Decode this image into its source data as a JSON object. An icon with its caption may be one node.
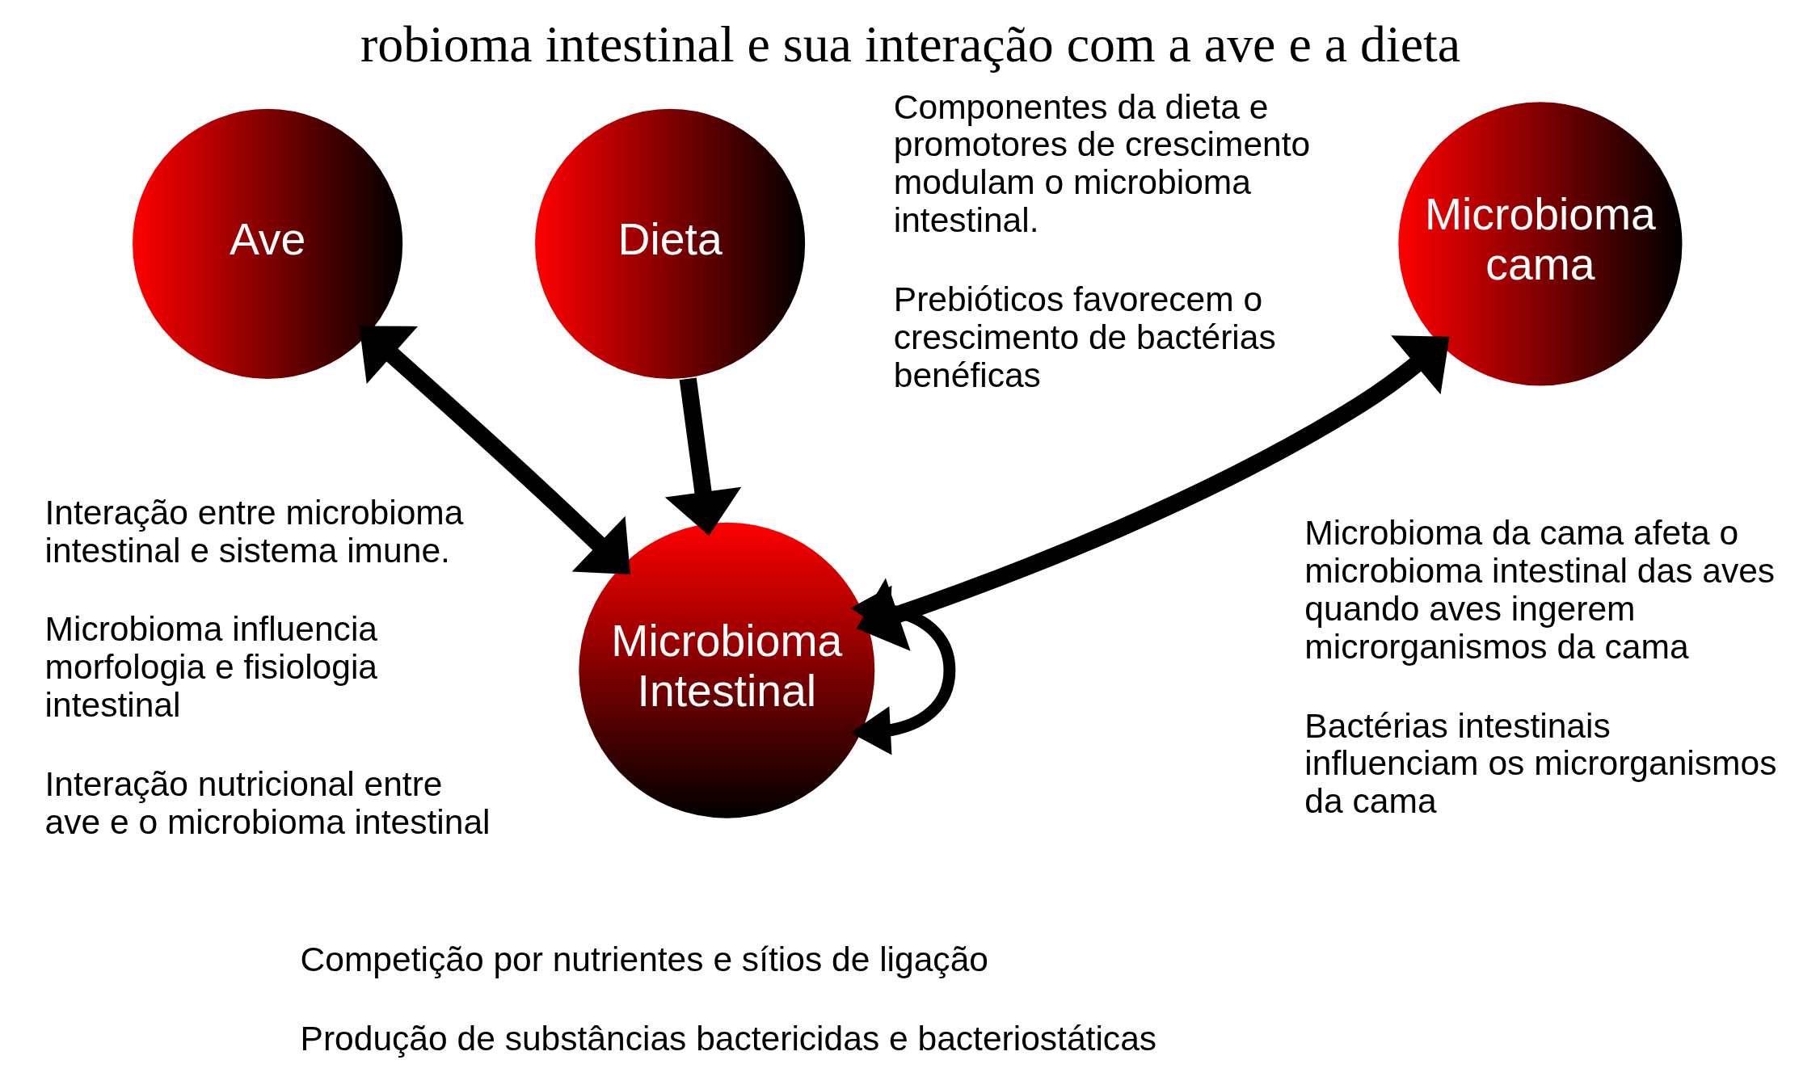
{
  "diagram": {
    "title": "robioma intestinal e sua interação com a ave e a dieta",
    "nodes": [
      {
        "text": [
          "Ave"
        ],
        "beside": [
          "Interação entre microbioma intestinal e sistema imune.",
          "Microbioma influencia morfologia e fisiologia intestinal",
          "Interação nutricional entre ave e o microbioma intestinal"
        ]
      },
      {
        "text": [
          "Dieta"
        ],
        "beside": [
          "Componentes da dieta e promotores de crescimento modulam o microbioma intestinal.",
          "Prebióticos favorecem o crescimento de bactérias benéficas"
        ]
      },
      {
        "text": [
          "Microbioma cama"
        ],
        "beside": [
          "Microbioma da cama afeta o microbioma intestinal das aves quando aves ingerem microrganismos da cama",
          "Bactérias intestinais influenciam os microrganismos da cama"
        ]
      },
      {
        "text": [
          "Microbioma Intestinal"
        ],
        "beside": [
          "Competição por nutrientes e sítios de ligação",
          "Produção de substâncias bactericidas e bacteriostáticas"
        ]
      }
    ],
    "edges": [
      {
        "from": 0,
        "to": 3,
        "arrow": "both"
      },
      {
        "from": 1,
        "to": 3,
        "arrow": "to"
      },
      {
        "from": 2,
        "to": 3,
        "arrow": "both"
      },
      {
        "from": 3,
        "to": 3,
        "arrow": "both"
      }
    ]
  }
}
